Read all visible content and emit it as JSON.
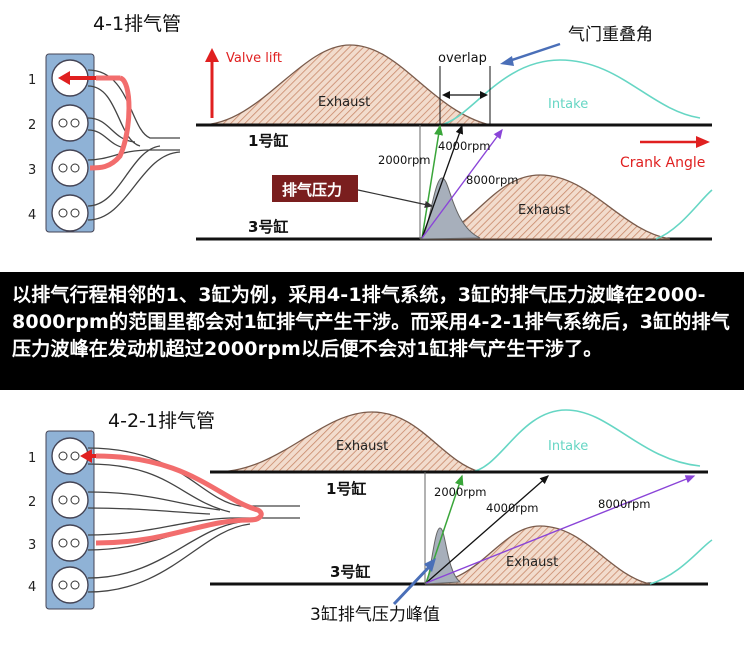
{
  "top": {
    "title": "4-1排气管",
    "cylinders": [
      "1",
      "2",
      "3",
      "4"
    ],
    "valve_lift": "Valve lift",
    "overlap": "overlap",
    "overlap_note": "气门重叠角",
    "exhaust": "Exhaust",
    "intake": "Intake",
    "cyl1": "1号缸",
    "cyl3": "3号缸",
    "crank_angle": "Crank Angle",
    "rpm_2000": "2000rpm",
    "rpm_4000": "4000rpm",
    "rpm_8000": "8000rpm",
    "pressure_tag": "排气压力",
    "exhaust_lower": "Exhaust"
  },
  "banner": {
    "text": "以排气行程相邻的1、3缸为例，采用4-1排气系统，3缸的排气压力波峰在2000-8000rpm的范围里都会对1缸排气产生干涉。而采用4-2-1排气系统后，3缸的排气压力波峰在发动机超过2000rpm以后便不会对1缸排气产生干涉了。"
  },
  "bottom": {
    "title": "4-2-1排气管",
    "cylinders": [
      "1",
      "2",
      "3",
      "4"
    ],
    "exhaust": "Exhaust",
    "intake": "Intake",
    "cyl1": "1号缸",
    "cyl3": "3号缸",
    "rpm_2000": "2000rpm",
    "rpm_4000": "4000rpm",
    "rpm_8000": "8000rpm",
    "exhaust_lower": "Exhaust",
    "peak_note": "3缸排气压力峰值"
  },
  "colors": {
    "pipe_red": "#f26d6d",
    "arrow_red": "#e02020",
    "intake_teal": "#66d6c4",
    "rpm_green": "#3aa63a",
    "rpm_purple": "#8a44d8",
    "pressure_bg": "#7a1e1e",
    "note_arrow": "#4a6fb8"
  }
}
